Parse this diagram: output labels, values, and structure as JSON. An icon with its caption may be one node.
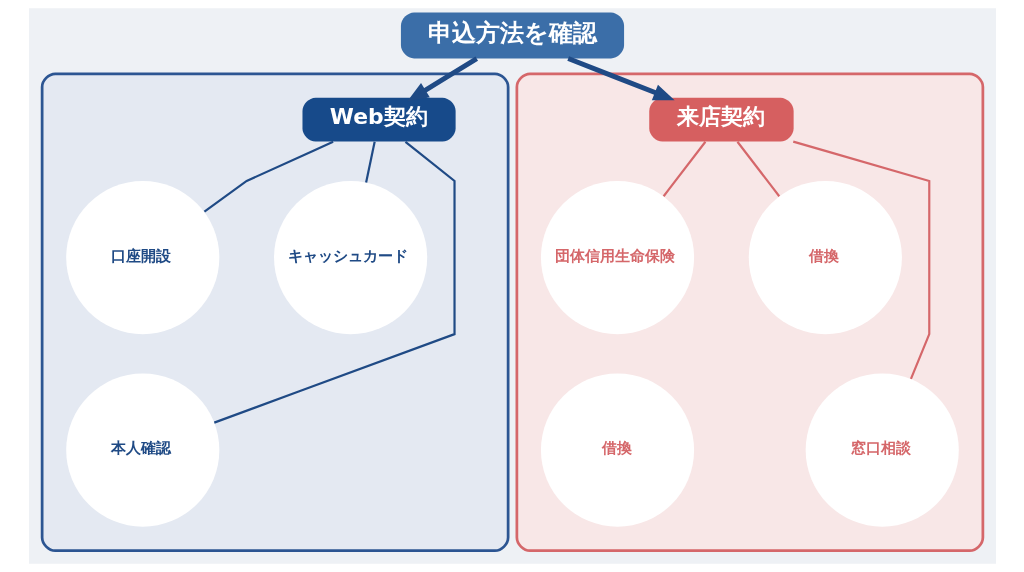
{
  "diagram": {
    "nodes": [
      {
        "text": [
          "申込方法を確認"
        ]
      },
      {
        "text": [],
        "shape": "box"
      },
      {
        "text": [
          "Web契約"
        ],
        "in": 1
      },
      {
        "text": [
          "口座開設"
        ],
        "in": 1
      },
      {
        "text": [
          "キャッシュカード"
        ],
        "in": 1
      },
      {
        "text": [
          "本人確認"
        ],
        "in": 1
      },
      {
        "text": [],
        "shape": "box"
      },
      {
        "text": [
          "来店契約"
        ],
        "in": 6
      },
      {
        "text": [
          "団体信用生命保険"
        ],
        "in": 6
      },
      {
        "text": [
          "借換"
        ],
        "in": 6
      },
      {
        "text": [
          "借換"
        ],
        "in": 6
      },
      {
        "text": [
          "窓口相談"
        ],
        "in": 6
      }
    ],
    "edges": [
      {
        "from": 0,
        "to": 2,
        "arrow": "to",
        "style": "thick"
      },
      {
        "from": 0,
        "to": 7,
        "arrow": "to",
        "style": "thick"
      },
      {
        "from": 2,
        "to": 3,
        "arrow": "none"
      },
      {
        "from": 2,
        "to": 4,
        "arrow": "none"
      },
      {
        "from": 2,
        "to": 5,
        "arrow": "none"
      },
      {
        "from": 7,
        "to": 8,
        "arrow": "none",
        "color": "#d5676a"
      },
      {
        "from": 7,
        "to": 9,
        "arrow": "none",
        "color": "#d5676a"
      },
      {
        "from": 7,
        "to": 11,
        "arrow": "none",
        "color": "#d5676a"
      }
    ]
  }
}
